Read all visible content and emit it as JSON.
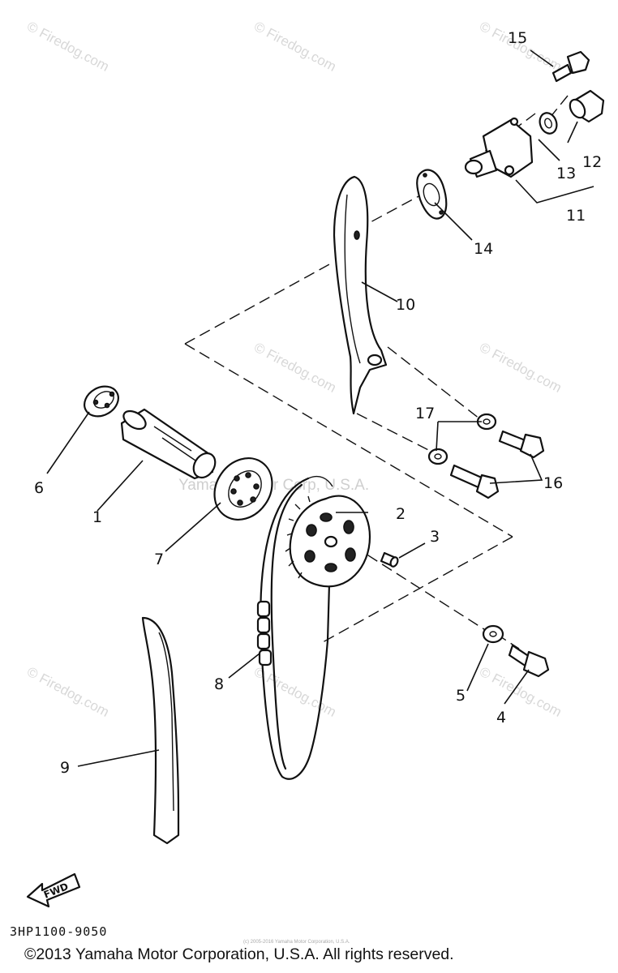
{
  "diagram": {
    "drawing_code": "3HP1100-9050",
    "copyright": "©2013 Yamaha Motor Corporation, U.S.A. All rights reserved.",
    "tiny_note": "(c) 2005-2016 Yamaha Motor Corporation, U.S.A.",
    "watermark_center": "Yamaha Motor Corp, U.S.A.",
    "watermark": "© Firedog.com",
    "fwd_label": "FWD",
    "callouts": [
      "1",
      "2",
      "3",
      "4",
      "5",
      "6",
      "7",
      "8",
      "9",
      "10",
      "11",
      "12",
      "13",
      "14",
      "15",
      "16",
      "17"
    ]
  }
}
